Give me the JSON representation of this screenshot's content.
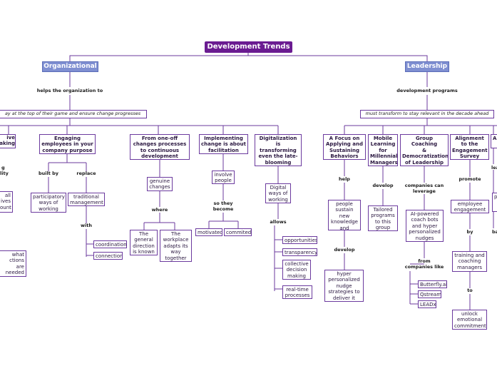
{
  "root": "Development Trends",
  "categories": {
    "org": "Organizational",
    "lead": "Leadership"
  },
  "org": {
    "rel": "helps the organization to",
    "goal": "ay at the top of their game and ensure change progresses",
    "left_frag": "ive\naking",
    "left_frag_l1": "g",
    "left_frag_l2": "lity",
    "left_frag_all": "all\nives\nount",
    "left_frag_what": "what\nctions are\nneeded\nnext",
    "n1": "Engaging\nemployees in your\ncompany purpose",
    "n1_built": "built by",
    "n1_replace": "replace",
    "n1_part": "participatory\nways of\nworking",
    "n1_trad": "traditional\nmanagement",
    "n1_with": "with",
    "n1_coord": "coordination",
    "n1_conn": "connection",
    "n2": "From one-off\nchanges processes\nto continuous\ndevelopment",
    "n2_gen": "genuine\nchanges",
    "n2_where": "where",
    "n2_a": "The\ngeneral\ndirection\nis known",
    "n2_b": "The\nworkplace\nadapts its\nway\ntogether",
    "n3": "Implementing\nchange is about\nfacilitation",
    "n3_inv": "involve\npeople",
    "n3_so": "so they\nbecome",
    "n3_mot": "motivated",
    "n3_com": "commited",
    "n4": "Digitalization is\ntransforming\neven the late-\nblooming\norganizations",
    "n4_dig": "Digital\nways of\nworking",
    "n4_allows": "allows",
    "n4_opp": "opportunities",
    "n4_tra": "transparency",
    "n4_col": "collective\ndecision\nmaking",
    "n4_rt": "real-time\nprocesses"
  },
  "lead": {
    "rel": "development programs",
    "goal": "must transform to stay relevant in the decade ahead",
    "m1": "A Focus on\nApplying and\nSustaining\nBehaviors",
    "m1_help": "help",
    "m1_people": "people\nsustain new\nknowledge\nand\nbehaviors",
    "m1_dev": "develop",
    "m1_hyper": "hyper\npersonalized\nnudge\nstrategies to\ndeliver it right",
    "m2": "Mobile\nLearning\nfor\nMillennial\nManagers",
    "m2_dev": "develop",
    "m2_tail": "Tailored\nprograms\nto this\ngroup",
    "m3": "Group Coaching\n&\nDemocratization\nof Leadership\nDevelopment",
    "m3_comp": "companies can\nleverage",
    "m3_ai": "AI-powered\ncoach bots\nand hyper\npersonalized\nnudges",
    "m3_from": "from\ncompanies like",
    "m3_bf": "Butterfly.ai",
    "m3_qs": "Qstream",
    "m3_ld": "LEADx",
    "m4": "Alignment\nto the\nEngagement\nSurvey",
    "m4_promote": "promote",
    "m4_eng": "employee\nengagement",
    "m4_by": "by",
    "m4_train": "training and\ncoaching\nmanagers",
    "m4_to": "to",
    "m4_unlock": "unlock\nemotional\ncommitment",
    "m5_frag": "A",
    "m5_lea": "lea",
    "m5_p": "p",
    "m5_ba": "ba"
  }
}
